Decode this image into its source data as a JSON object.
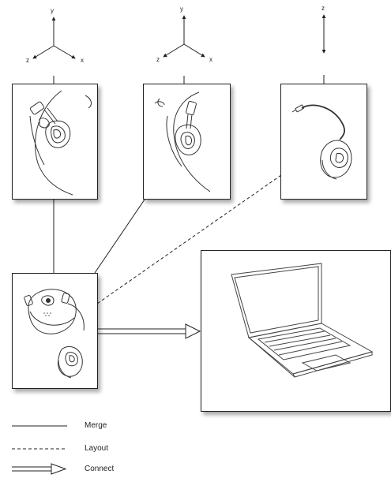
{
  "axes": [
    {
      "labels": {
        "y": "y",
        "x": "x",
        "z": "z"
      }
    },
    {
      "labels": {
        "y": "y",
        "x": "x",
        "z": "z"
      }
    },
    {
      "labels": {
        "z": "z"
      }
    }
  ],
  "legend": {
    "merge": "Merge",
    "layout": "Layout",
    "connect": "Connect"
  }
}
